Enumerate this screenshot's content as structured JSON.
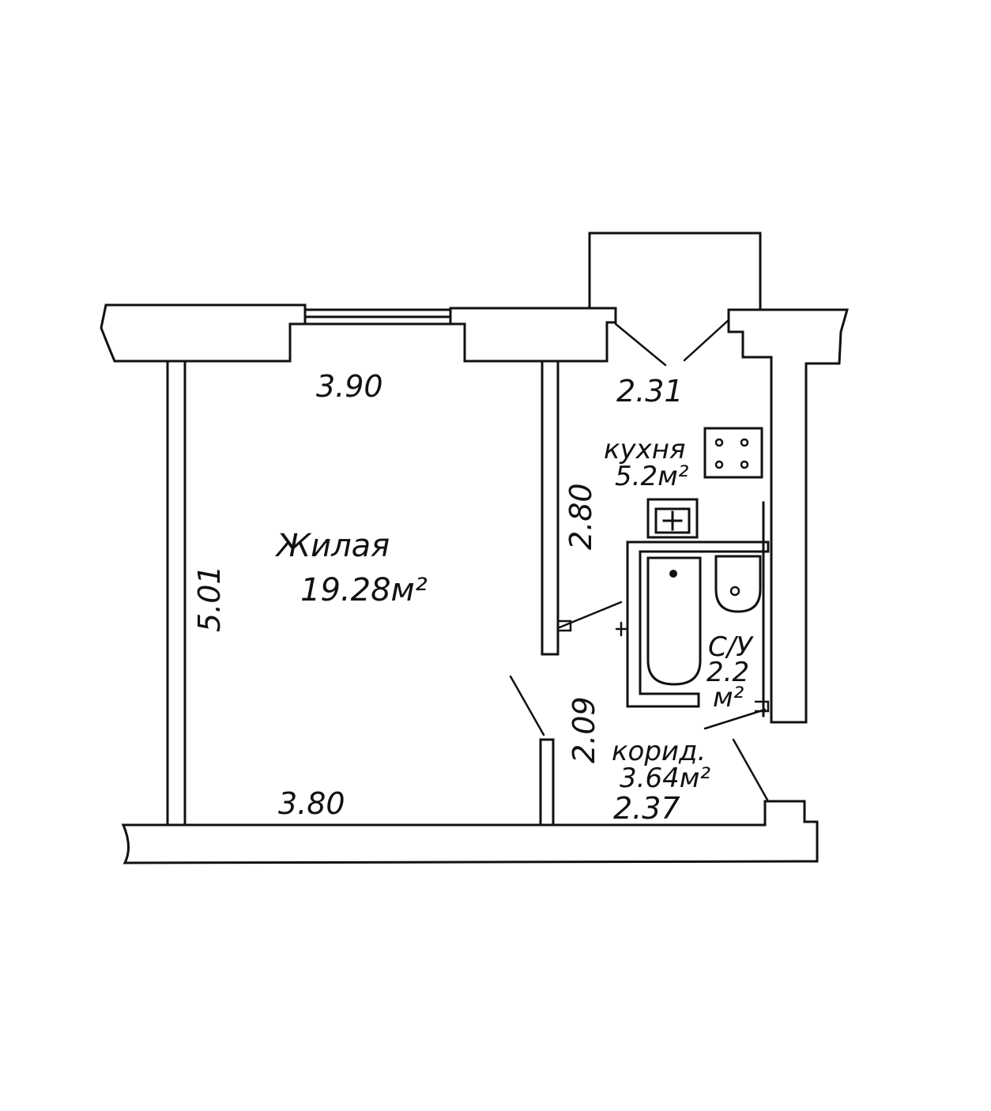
{
  "rooms": {
    "living": {
      "name": "Жилая",
      "area": "19.28м²"
    },
    "kitchen": {
      "name": "кухня",
      "area": "5.2м²"
    },
    "bathroom": {
      "name": "С/У",
      "area_value": "2.2",
      "area_unit": "м²"
    },
    "corridor": {
      "name": "корид.",
      "area": "3.64м²"
    }
  },
  "dimensions": {
    "living_top": "3.90",
    "living_bottom": "3.80",
    "living_side": "5.01",
    "kitchen_top": "2.31",
    "kitchen_side": "2.80",
    "corridor_side": "2.09",
    "corridor_bottom": "2.37"
  }
}
